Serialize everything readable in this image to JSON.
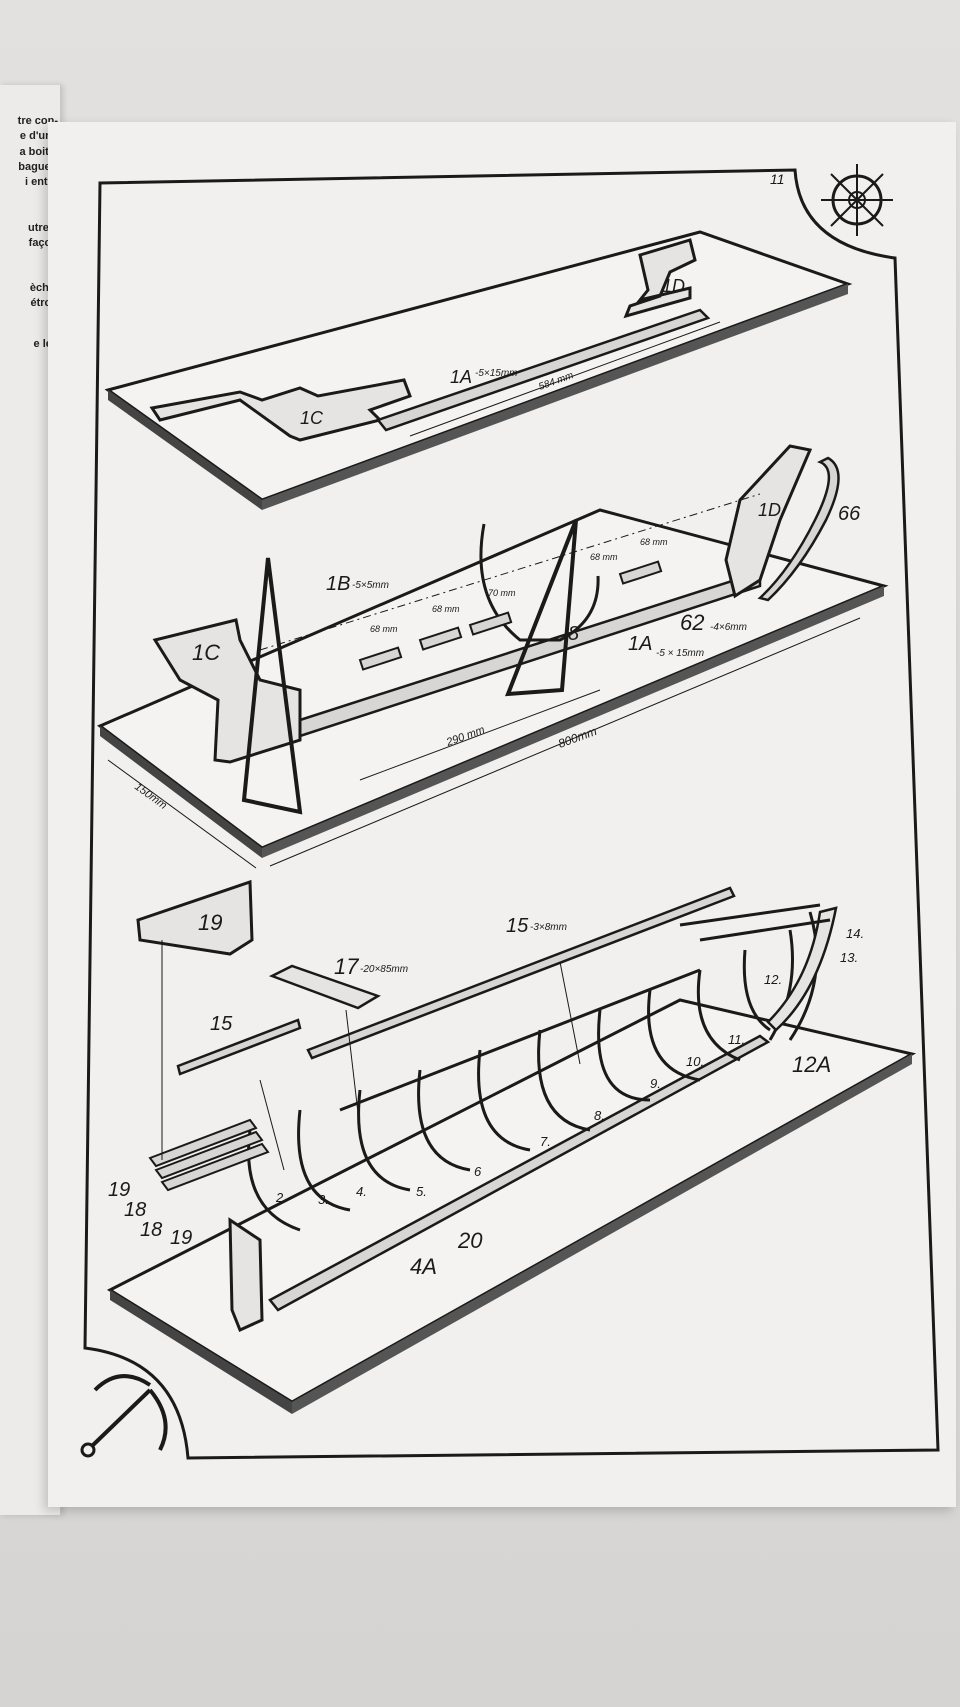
{
  "page_number": "11",
  "left_page_fragments": [
    "tre con-",
    "e d'une",
    "a boite.",
    "baguet-",
    "i entre",
    "utre à",
    "façon",
    "èche.",
    "étroi-",
    "e les"
  ],
  "labels": {
    "l_1D_top": "1D",
    "l_1A_top": "1A",
    "l_1A_top_dim": "-5×15mm",
    "l_584": "584 mm",
    "l_1C_top": "1C",
    "l_1D_mid": "1D",
    "l_66": "66",
    "l_1B": "1B",
    "l_1B_dim": "-5×5mm",
    "l_68a": "68 mm",
    "l_68b": "68 mm",
    "l_70": "70 mm",
    "l_68c": "68 mm",
    "l_68d": "68 mm",
    "l_8_mid": "8",
    "l_62": "62",
    "l_62_dim": "-4×6mm",
    "l_1A_mid": "1A",
    "l_1A_mid_dim": "-5 × 15mm",
    "l_1C_mid": "1C",
    "l_290": "290 mm",
    "l_800": "800mm",
    "l_150": "150mm",
    "l_19_top": "19",
    "l_15_top": "15",
    "l_15_top_dim": "-3×8mm",
    "l_17": "17",
    "l_17_dim": "-20×85mm",
    "l_15_left": "15",
    "l_14": "14.",
    "l_13": "13.",
    "l_12": "12.",
    "l_12A": "12A",
    "l_11": "11.",
    "l_10": "10.",
    "l_9": "9.",
    "l_8": "8.",
    "l_7": "7.",
    "l_6": "6",
    "l_5": "5.",
    "l_4": "4.",
    "l_3": "3.",
    "l_2": "2.",
    "l_19a": "19",
    "l_18a": "18",
    "l_18b": "18",
    "l_19b": "19",
    "l_20": "20",
    "l_4A": "4A"
  },
  "icons": {
    "top_right": "ship-wheel-icon",
    "bottom_left": "anchor-icon"
  },
  "colors": {
    "ink": "#1a1a1a",
    "paper": "#f1f0ee",
    "board": "#f4f3f1"
  }
}
